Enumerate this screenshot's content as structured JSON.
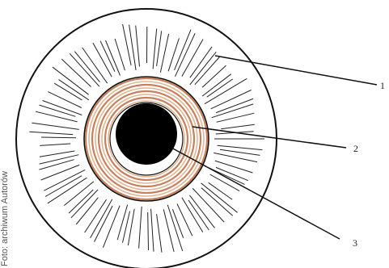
{
  "labels": {
    "part_1": "1",
    "part_2": "2",
    "part_3": "3"
  },
  "credit": "Foto: archiwum Autorów",
  "colors": {
    "outline": "#111111",
    "core": "#000000",
    "rings": "#c8805a",
    "rings_light": "#e2b595",
    "background": "#ffffff"
  }
}
